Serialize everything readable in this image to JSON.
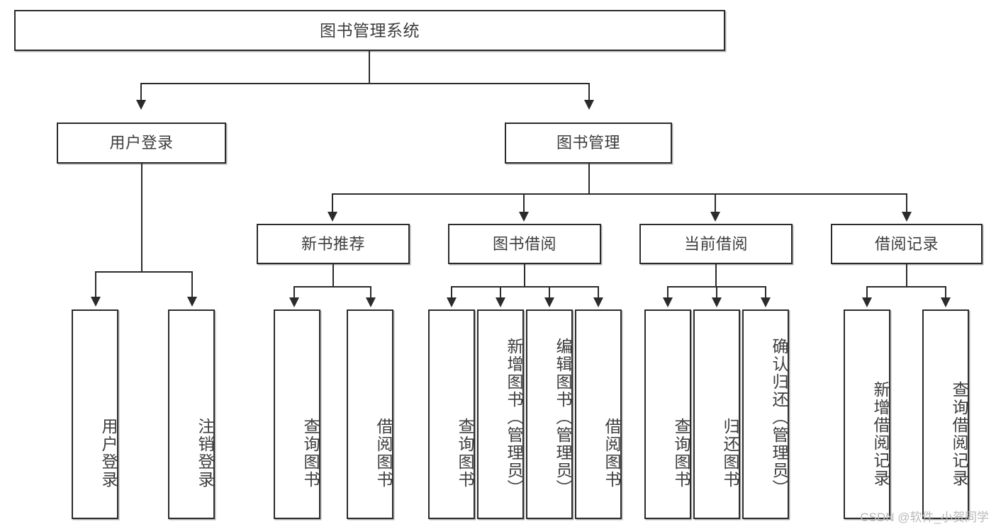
{
  "diagram": {
    "title": "图书管理系统",
    "type": "tree",
    "watermark": "CSDN @软件_小贺同学",
    "colors": {
      "background": "#ffffff",
      "border": "#2b2b2b",
      "text": "#3d3d3d",
      "watermark": "#b9b9b9"
    },
    "root": {
      "label": "图书管理系统"
    },
    "level2": [
      {
        "id": "user-login",
        "label": "用户登录"
      },
      {
        "id": "book-manage",
        "label": "图书管理"
      }
    ],
    "level3": [
      {
        "id": "new-book-rec",
        "label": "新书推荐",
        "parent": "book-manage"
      },
      {
        "id": "book-borrow",
        "label": "图书借阅",
        "parent": "book-manage"
      },
      {
        "id": "current-borrow",
        "label": "当前借阅",
        "parent": "book-manage"
      },
      {
        "id": "borrow-record",
        "label": "借阅记录",
        "parent": "book-manage"
      }
    ],
    "leaves": {
      "user_login": [
        {
          "id": "leaf-user-login",
          "label": "用户登录"
        },
        {
          "id": "leaf-user-logout",
          "label": "注销登录"
        }
      ],
      "new_book_rec": [
        {
          "id": "leaf-rec-query",
          "label": "查询图书"
        },
        {
          "id": "leaf-rec-borrow",
          "label": "借阅图书"
        }
      ],
      "book_borrow": [
        {
          "id": "leaf-bb-query",
          "label": "查询图书"
        },
        {
          "id": "leaf-bb-add",
          "label": "新增图书（管理员）"
        },
        {
          "id": "leaf-bb-edit",
          "label": "编辑图书（管理员）"
        },
        {
          "id": "leaf-bb-borrow",
          "label": "借阅图书"
        }
      ],
      "current_borrow": [
        {
          "id": "leaf-cb-query",
          "label": "查询图书"
        },
        {
          "id": "leaf-cb-return",
          "label": "归还图书"
        },
        {
          "id": "leaf-cb-confirm",
          "label": "确认归还（管理员）"
        }
      ],
      "borrow_record": [
        {
          "id": "leaf-br-add",
          "label": "新增借阅记录"
        },
        {
          "id": "leaf-br-query",
          "label": "查询借阅记录"
        }
      ]
    }
  }
}
